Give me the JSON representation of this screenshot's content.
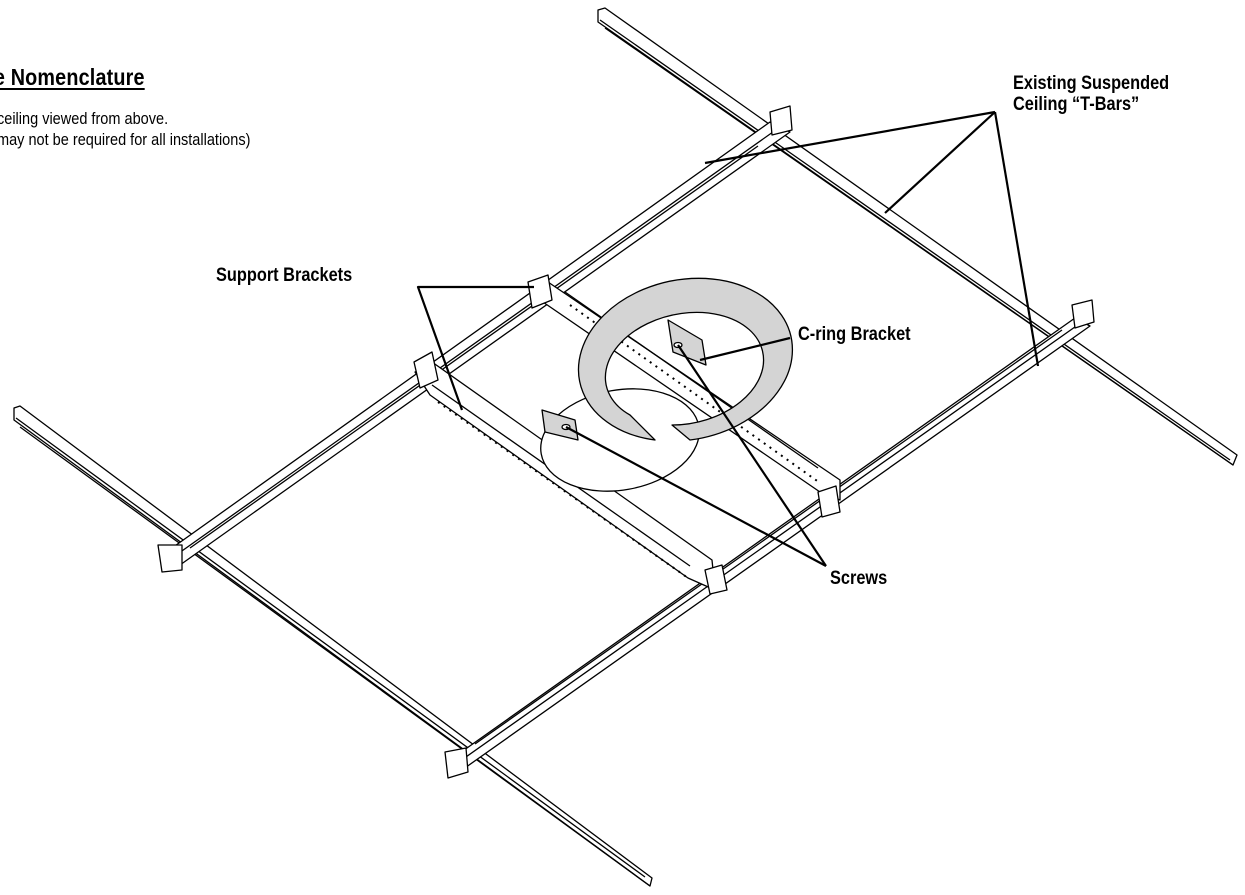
{
  "header": {
    "title": "re Nomenclature",
    "note_line_1": "ceiling viewed from above.",
    "note_line_2": "may not be required for all installations)"
  },
  "labels": {
    "tbars_line_1": "Existing Suspended",
    "tbars_line_2": "Ceiling “T-Bars”",
    "support_brackets": "Support Brackets",
    "c_ring_bracket": "C-ring Bracket",
    "screws": "Screws"
  },
  "colors": {
    "line": "#000000",
    "ring_fill": "#d4d4d4",
    "background": "#ffffff"
  }
}
